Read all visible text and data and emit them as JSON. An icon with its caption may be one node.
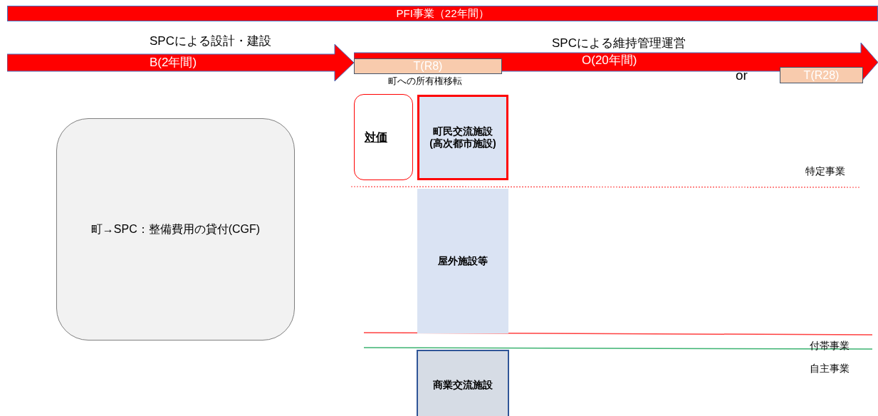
{
  "diagram": {
    "nodes": [
      {
        "text": [
          "PFI事業（22年間）"
        ]
      },
      {
        "text": [
          "B(2年間)"
        ],
        "beside": [
          "SPCによる設計・建設"
        ]
      },
      {
        "text": [
          "O(20年間)"
        ],
        "beside": [
          "SPCによる維持管理運営"
        ]
      },
      {
        "text": [
          "T(R8)"
        ],
        "beside": [
          "町への所有権移転"
        ],
        "in": 2
      },
      {
        "text": [
          "T(R28)"
        ]
      },
      {
        "text": [
          "町→SPC：整備費用の貸付(CGF)"
        ]
      },
      {
        "text": [
          "対価"
        ]
      },
      {
        "text": [
          "町民交流施設",
          "(高次都市施設)"
        ]
      },
      {
        "text": [
          "屋外施設等"
        ]
      },
      {
        "text": [
          "商業交流施設"
        ]
      }
    ],
    "edges": [],
    "labels": [
      "or",
      "特定事業",
      "付帯事業",
      "自主事業"
    ]
  }
}
